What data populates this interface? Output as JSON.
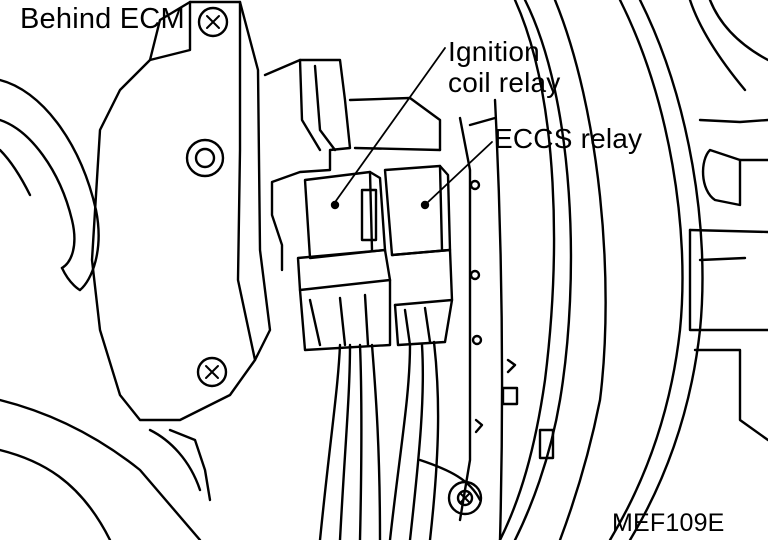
{
  "labels": {
    "behind_ecm": "Behind ECM",
    "ignition_line1": "Ignition",
    "ignition_line2": "coil relay",
    "eccs_relay": "ECCS relay",
    "figure_code": "MEF109E"
  },
  "colors": {
    "ink": "#000000",
    "paper": "#ffffff"
  }
}
